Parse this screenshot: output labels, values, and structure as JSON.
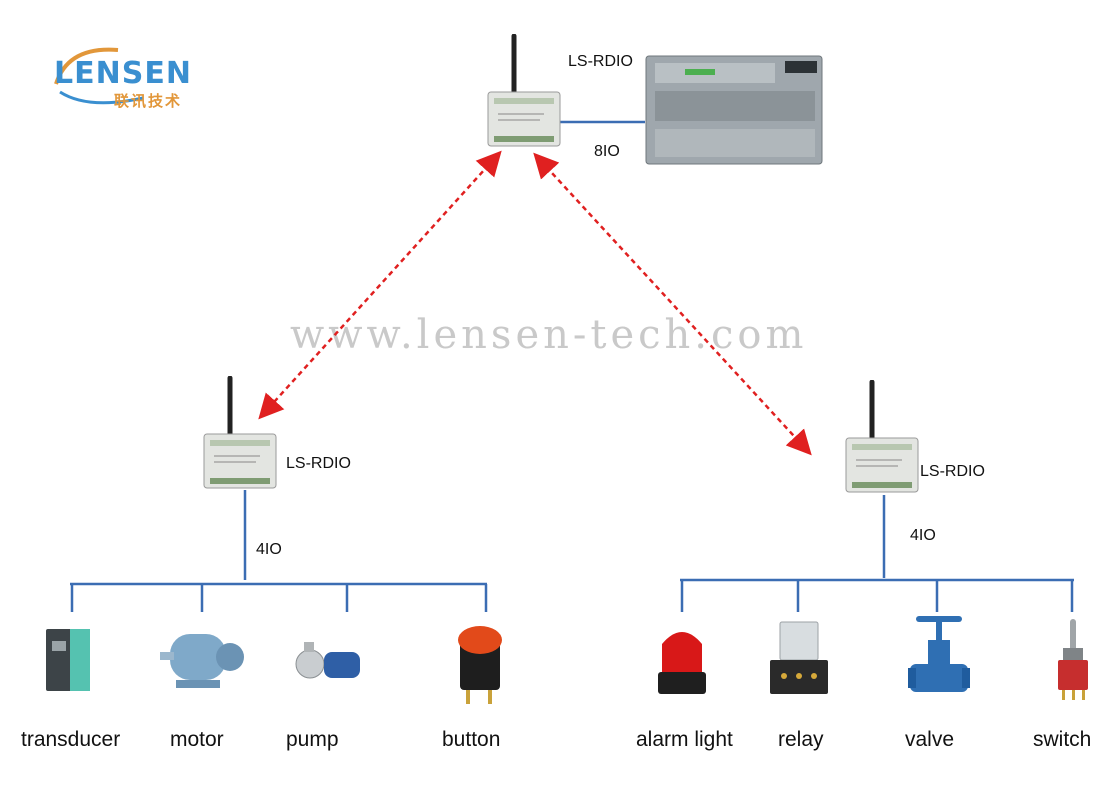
{
  "logo": {
    "brand": "LENSEN",
    "subtitle": "联讯技术"
  },
  "watermark": "www.lensen-tech.com",
  "master": {
    "label": "LS-RDIO",
    "link_label": "8IO"
  },
  "node_left": {
    "label": "LS-RDIO",
    "bus_label": "4IO",
    "devices": [
      "transducer",
      "motor",
      "pump",
      "button"
    ]
  },
  "node_right": {
    "label": "LS-RDIO",
    "bus_label": "4IO",
    "devices": [
      "alarm light",
      "relay",
      "valve",
      "switch"
    ]
  },
  "colors": {
    "bus": "#3b6db3",
    "wireless": "#e02020",
    "logo_blue": "#3a8fd0",
    "logo_orange": "#e2973a"
  },
  "icons": [
    "radio-module-icon",
    "plc-icon",
    "transducer-icon",
    "motor-icon",
    "pump-icon",
    "button-icon",
    "alarm-light-icon",
    "relay-icon",
    "valve-icon",
    "switch-icon"
  ]
}
